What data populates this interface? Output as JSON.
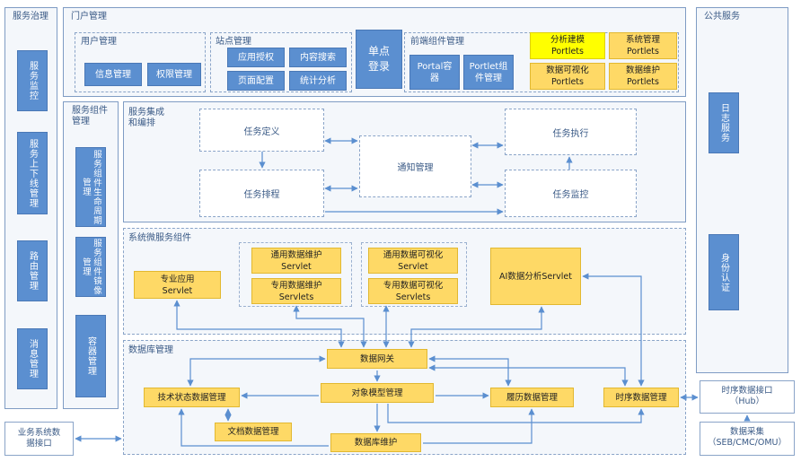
{
  "service_governance": {
    "title": "服务治理",
    "items": [
      "服务监控",
      "服务上下线管理",
      "路由管理",
      "消息管理"
    ]
  },
  "portal": {
    "title": "门户管理",
    "user_mgmt": {
      "title": "用户管理",
      "items": [
        "信息管理",
        "权限管理"
      ]
    },
    "site_mgmt": {
      "title": "站点管理",
      "items": [
        "应用授权",
        "内容搜索",
        "页面配置",
        "统计分析"
      ]
    },
    "sso": "单点\n登录",
    "frontend": {
      "title": "前端组件管理",
      "items": [
        "Portal容\n器",
        "Portlet组\n件管理"
      ],
      "portlets": [
        "分析建模\nPortlets",
        "系统管理\nPortlets",
        "数据可视化\nPortlets",
        "数据维护\nPortlets"
      ]
    }
  },
  "public_service": {
    "title": "公共服务",
    "items": [
      "日志服务",
      "身份认证"
    ]
  },
  "service_components": {
    "title": "服务组件\n管理",
    "items": [
      "服务组件生命周期管理",
      "服务组件镜像管理",
      "容器管理"
    ]
  },
  "orchestration": {
    "title": "服务集成\n和编排",
    "nodes": [
      "任务定义",
      "任务排程",
      "通知管理",
      "任务执行",
      "任务监控"
    ]
  },
  "microservices": {
    "title": "系统微服务组件",
    "nodes": [
      "专业应用\nServlet",
      "通用数据维护\nServlet",
      "专用数据维护\nServlets",
      "通用数据可视化\nServlet",
      "专用数据可视化\nServlets",
      "AI数据分析Servlet"
    ]
  },
  "database": {
    "title": "数据库管理",
    "nodes": [
      "数据网关",
      "技术状态数据管理",
      "对象模型管理",
      "履历数据管理",
      "时序数据管理",
      "文档数据管理",
      "数据库维护"
    ]
  },
  "external": {
    "biz_interface": "业务系统数\n据接口",
    "timeseries_interface": "时序数据接口\n（Hub）",
    "collection": "数据采集\n（SEB/CMC/OMU）"
  },
  "colors": {
    "blue": "#5b8fd0",
    "yellow": "#fed966",
    "bright_yellow": "#ffff00",
    "line": "#5b8fd0"
  }
}
